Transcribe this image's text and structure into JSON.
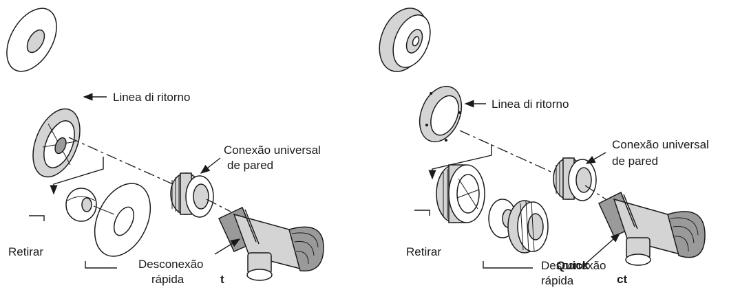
{
  "left_panel": {
    "label_return_line": "Linea di ritorno",
    "label_wall_fitting_1": "Conexão universal",
    "label_wall_fitting_2": "de pared",
    "label_remove": "Retirar",
    "label_quick_1": "Desconexão",
    "label_quick_2": "rápida",
    "label_stray": "t"
  },
  "right_panel": {
    "label_return_line": "Linea di ritorno",
    "label_wall_fitting_1": "Conexão universal",
    "label_wall_fitting_2": "de pared",
    "label_remove": "Retirar",
    "label_quick_1": "Desconexão",
    "label_quick_overlay": "Quick",
    "label_quick_2": "rápida",
    "label_stray": "ct"
  },
  "colors": {
    "line": "#1a1a1a",
    "part_fill_light": "#d4d4d4",
    "part_fill_dark": "#9a9a9a",
    "background": "#ffffff"
  }
}
